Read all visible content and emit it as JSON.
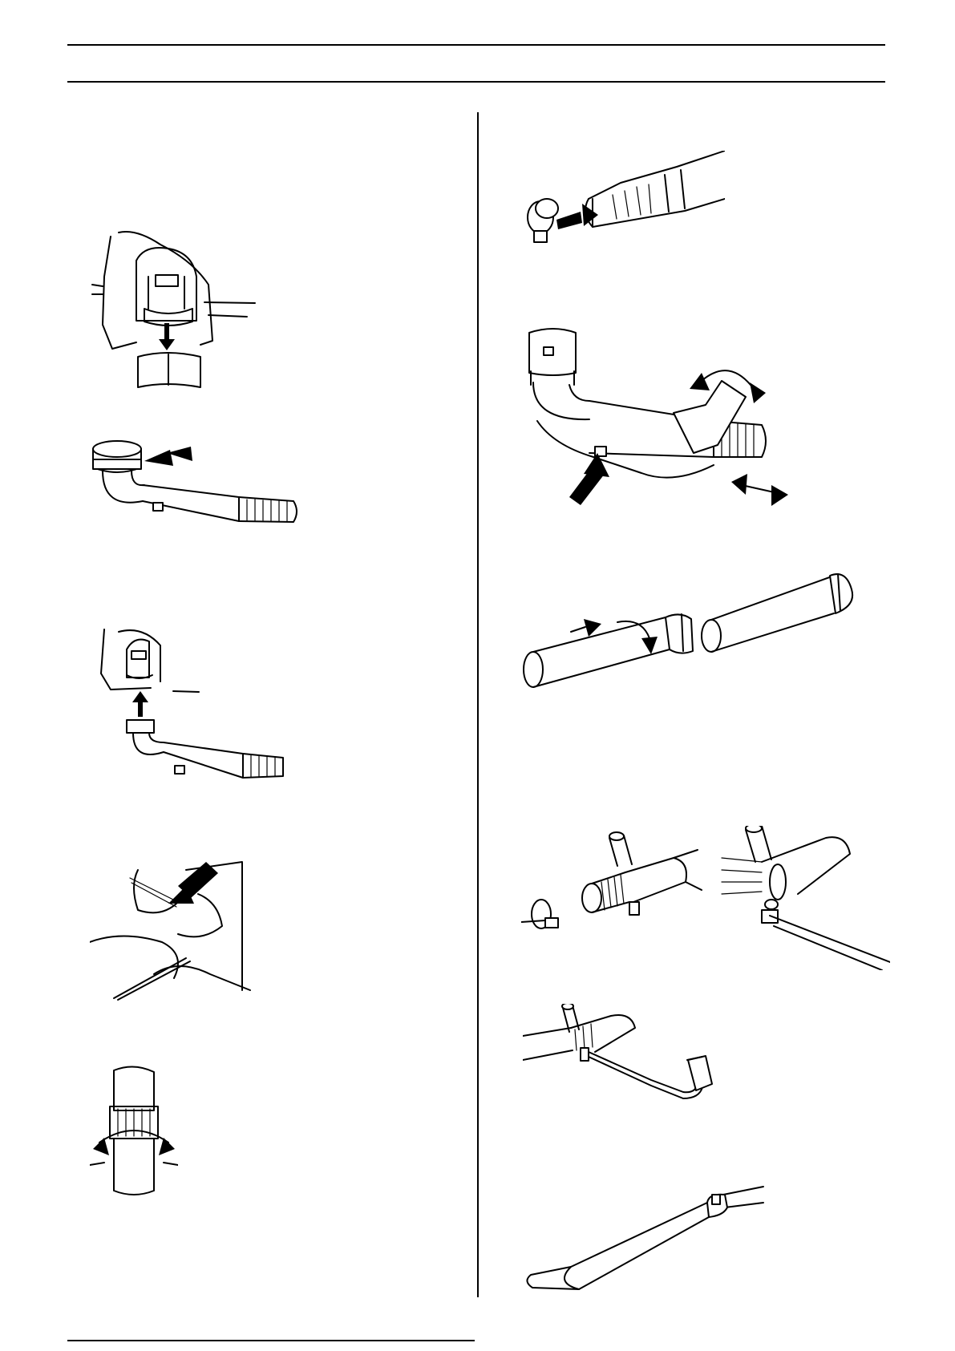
{
  "page": {
    "background": "#ffffff",
    "line_color": "#000000"
  },
  "figures": [
    {
      "id": "fig-remove-elbow-clamp",
      "icon": "fan-housing-outlet-with-clamp-removed"
    },
    {
      "id": "fig-clamp-on-elbow",
      "icon": "elbow-pipe-with-clamp-arrow"
    },
    {
      "id": "fig-fit-elbow-to-housing",
      "icon": "elbow-pushed-into-fan-housing"
    },
    {
      "id": "fig-cable-clip",
      "icon": "cable-clip-on-blower-housing"
    },
    {
      "id": "fig-rotate-pipe",
      "icon": "pipe-rotation-double-arrow"
    },
    {
      "id": "fig-fit-pipe-clamp",
      "icon": "clamp-slid-onto-pipe-end"
    },
    {
      "id": "fig-handle-adjust",
      "icon": "control-handle-adjustment-arrows"
    },
    {
      "id": "fig-join-tubes",
      "icon": "tube-joining-with-twist-arrow"
    },
    {
      "id": "fig-mount-handle-clamp",
      "icon": "handle-clamp-mounting-pair"
    },
    {
      "id": "fig-support-handle",
      "icon": "support-handle-attached"
    },
    {
      "id": "fig-flat-nozzle",
      "icon": "flat-nozzle"
    }
  ]
}
